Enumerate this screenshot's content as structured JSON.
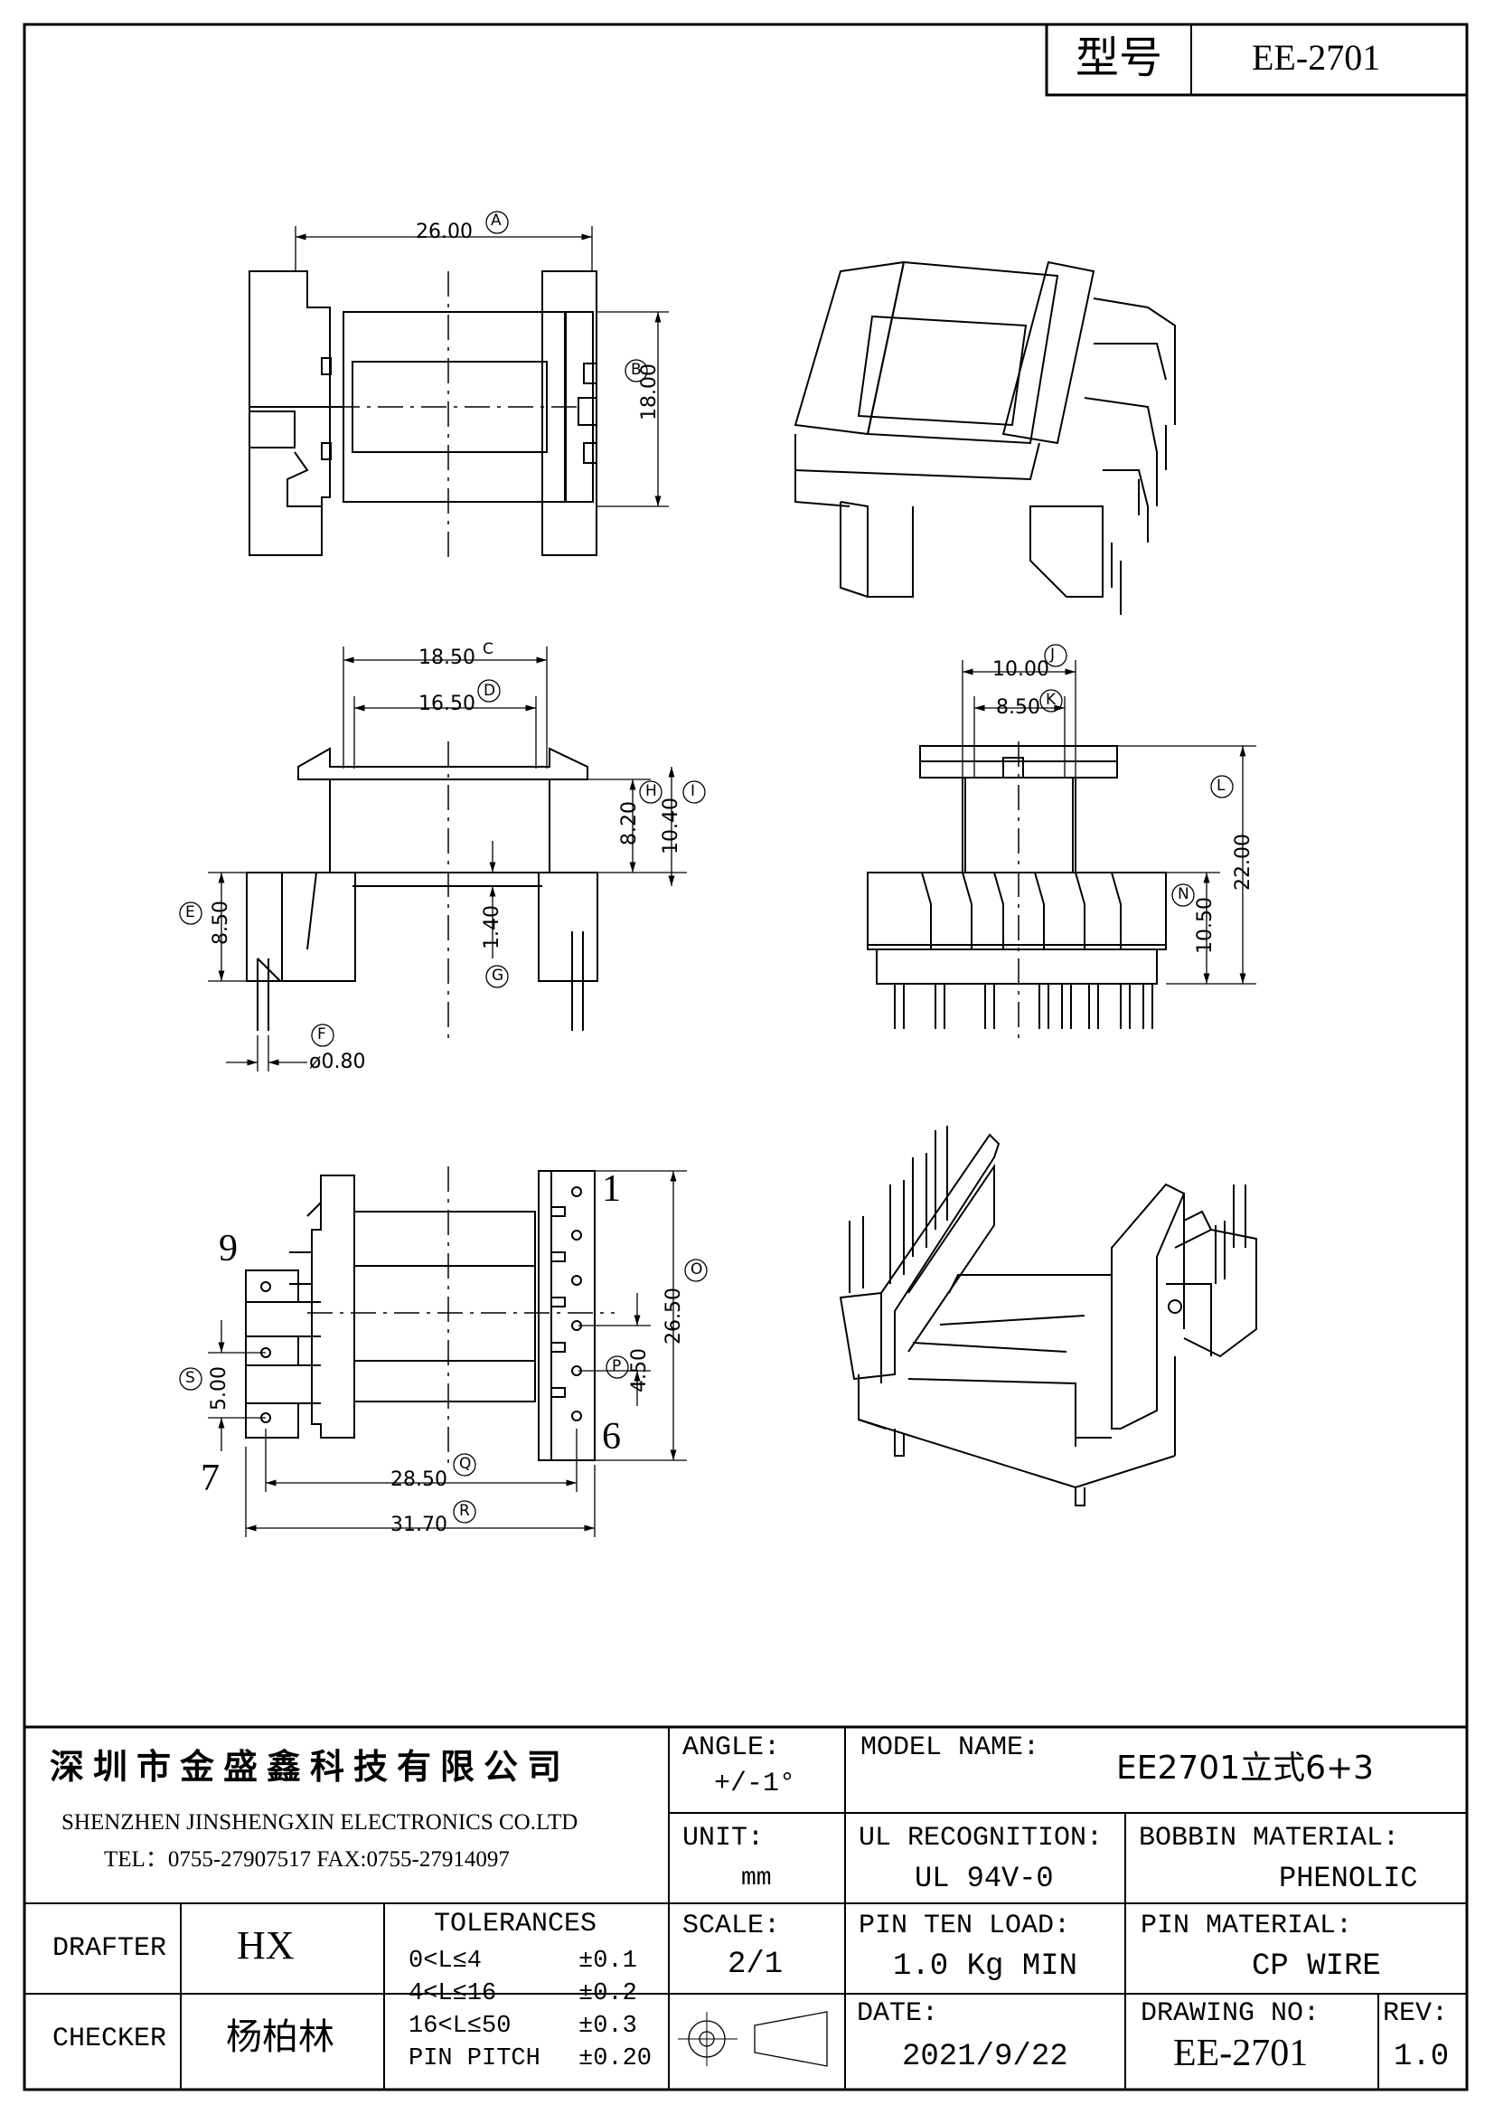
{
  "header": {
    "model_label": "型号",
    "model_value": "EE-2701"
  },
  "views": {
    "top": {
      "dim_a": "26.00",
      "tag_a": "A",
      "dim_b": "18.00",
      "tag_b": "B"
    },
    "front": {
      "dim_c": "18.50",
      "tag_c": "C",
      "dim_d": "16.50",
      "tag_d": "D",
      "dim_h": "8.20",
      "tag_h": "H",
      "dim_i": "10.40",
      "tag_i": "I",
      "dim_e": "8.50",
      "tag_e": "E",
      "dim_g": "1.40",
      "tag_g": "G",
      "tag_f": "F",
      "dim_f": "ø0.80"
    },
    "side": {
      "dim_j": "10.00",
      "tag_j": "J",
      "dim_k": "8.50",
      "tag_k": "K",
      "dim_l": "22.00",
      "tag_l": "L",
      "dim_n": "10.50",
      "tag_n": "N"
    },
    "bottom": {
      "pin1": "1",
      "pin6": "6",
      "pin7": "7",
      "pin9": "9",
      "dim_o": "26.50",
      "tag_o": "O",
      "dim_p": "4.50",
      "tag_p": "P",
      "dim_s": "5.00",
      "tag_s": "S",
      "dim_q": "28.50",
      "tag_q": "Q",
      "dim_r": "31.70",
      "tag_r": "R"
    }
  },
  "title_block": {
    "company_cn": "深圳市金盛鑫科技有限公司",
    "company_en": "SHENZHEN JINSHENGXIN ELECTRONICS CO.LTD",
    "contact": "TEL：0755-27907517  FAX:0755-27914097",
    "angle_label": "ANGLE:",
    "angle_value": "+/-1°",
    "model_name_label": "MODEL NAME:",
    "model_name_value": "EE2701立式6+3",
    "unit_label": "UNIT:",
    "unit_value": "mm",
    "ul_label": "UL RECOGNITION:",
    "ul_value": "UL 94V-0",
    "bobbin_label": "BOBBIN MATERIAL:",
    "bobbin_value": "PHENOLIC",
    "drafter_label": "DRAFTER",
    "drafter_value": "HX",
    "checker_label": "CHECKER",
    "checker_value": "杨柏林",
    "tolerances_label": "TOLERANCES",
    "tolerances": [
      {
        "range": "0<L≤4",
        "value": "±0.1"
      },
      {
        "range": "4<L≤16",
        "value": "±0.2"
      },
      {
        "range": "16<L≤50",
        "value": "±0.3"
      },
      {
        "range": "PIN PITCH",
        "value": "±0.20"
      }
    ],
    "scale_label": "SCALE:",
    "scale_value": "2/1",
    "pin_load_label": "PIN TEN LOAD:",
    "pin_load_value": "1.0 Kg MIN",
    "pin_material_label": "PIN MATERIAL:",
    "pin_material_value": "CP WIRE",
    "date_label": "DATE:",
    "date_value": "2021/9/22",
    "drawing_no_label": "DRAWING NO:",
    "drawing_no_value": "EE-2701",
    "rev_label": "REV:",
    "rev_value": "1.0"
  }
}
